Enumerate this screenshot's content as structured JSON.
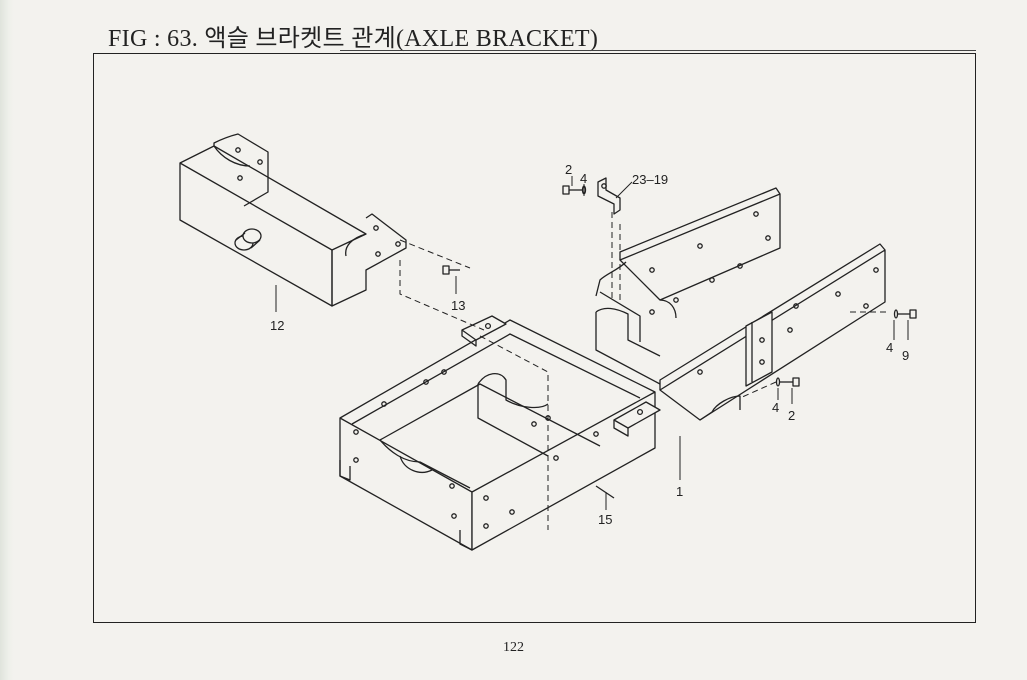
{
  "title": "FIG : 63. 액슬 브라켓트 관계(AXLE BRACKET)",
  "page_number": "122",
  "callouts": {
    "c12": "12",
    "c13": "13",
    "c2a": "2",
    "c4a": "4",
    "c2319": "23–19",
    "c4b": "4",
    "c9": "9",
    "c4c": "4",
    "c2b": "2",
    "c1": "1",
    "c15": "15"
  },
  "icons": {
    "axle-bracket-part": "exploded-bracket-drawing",
    "main-frame-part": "exploded-frame-drawing"
  }
}
